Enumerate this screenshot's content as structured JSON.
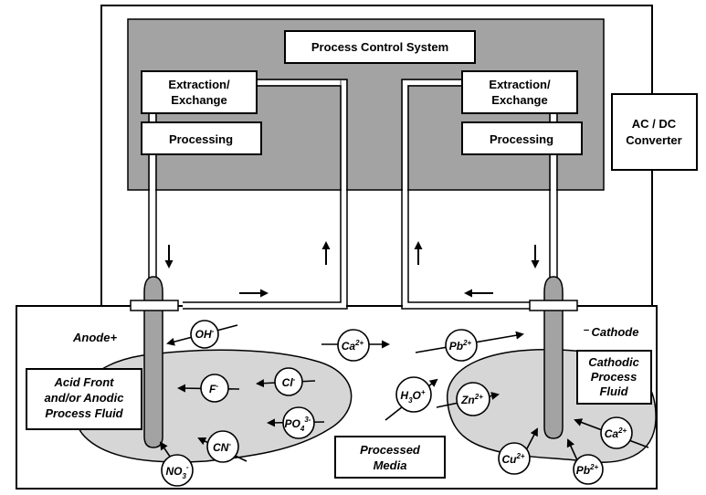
{
  "diagram": {
    "process_control": "Process Control System",
    "left_extraction": [
      "Extraction/",
      "Exchange"
    ],
    "right_extraction": [
      "Extraction/",
      "Exchange"
    ],
    "left_processing": "Processing",
    "right_processing": "Processing",
    "converter": [
      "AC / DC",
      "Converter"
    ],
    "anode": "Anode+",
    "cathode": "⁻ Cathode",
    "acid_front": [
      "Acid Front",
      "and/or Anodic",
      "Process Fluid"
    ],
    "cathodic_fluid": [
      "Cathodic",
      "Process",
      "Fluid"
    ],
    "processed_media": [
      "Processed",
      "Media"
    ],
    "ions": {
      "oh": {
        "base": "OH",
        "sup": "-"
      },
      "f": {
        "base": "F",
        "sup": "-"
      },
      "cl": {
        "base": "Cl",
        "sup": "-"
      },
      "po4": {
        "base": "PO",
        "sub": "4",
        "sup": "3-"
      },
      "cn": {
        "base": "CN",
        "sup": "-"
      },
      "no3": {
        "base": "NO",
        "sub": "3",
        "sup": "-"
      },
      "ca_mid": {
        "base": "Ca",
        "sup": "2+"
      },
      "pb_mid": {
        "base": "Pb",
        "sup": "2+"
      },
      "h3o": {
        "base": "H",
        "sub": "3",
        "rest": "O",
        "sup": "+"
      },
      "zn": {
        "base": "Zn",
        "sup": "2+"
      },
      "cu": {
        "base": "Cu",
        "sup": "2+"
      },
      "pb_right": {
        "base": "Pb",
        "sup": "2+"
      },
      "ca_right": {
        "base": "Ca",
        "sup": "2+"
      }
    }
  }
}
